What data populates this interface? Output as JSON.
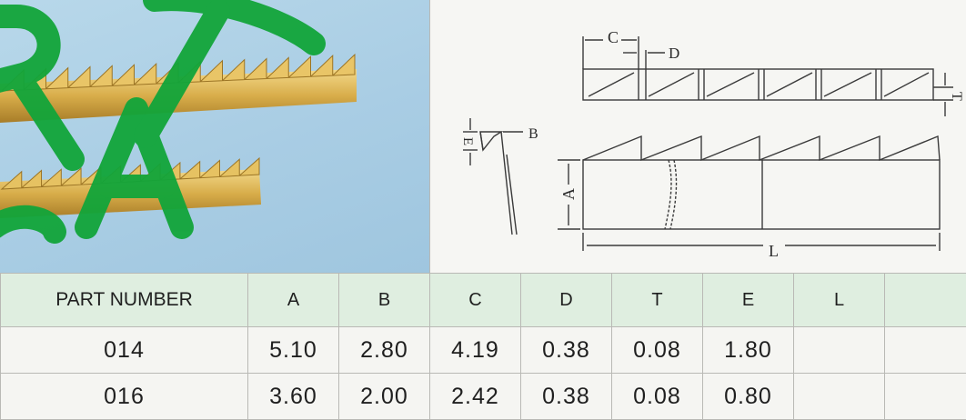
{
  "watermark": "RA",
  "drawing": {
    "labels": {
      "c": "C",
      "d": "D",
      "b": "B",
      "e": "E",
      "t": "T",
      "a": "A",
      "l": "L"
    }
  },
  "table": {
    "headers": [
      "PART NUMBER",
      "A",
      "B",
      "C",
      "D",
      "T",
      "E",
      "L",
      ""
    ],
    "rows": [
      [
        "014",
        "5.10",
        "2.80",
        "4.19",
        "0.38",
        "0.08",
        "1.80",
        "",
        ""
      ],
      [
        "016",
        "3.60",
        "2.00",
        "2.42",
        "0.38",
        "0.08",
        "0.80",
        "",
        ""
      ]
    ]
  }
}
